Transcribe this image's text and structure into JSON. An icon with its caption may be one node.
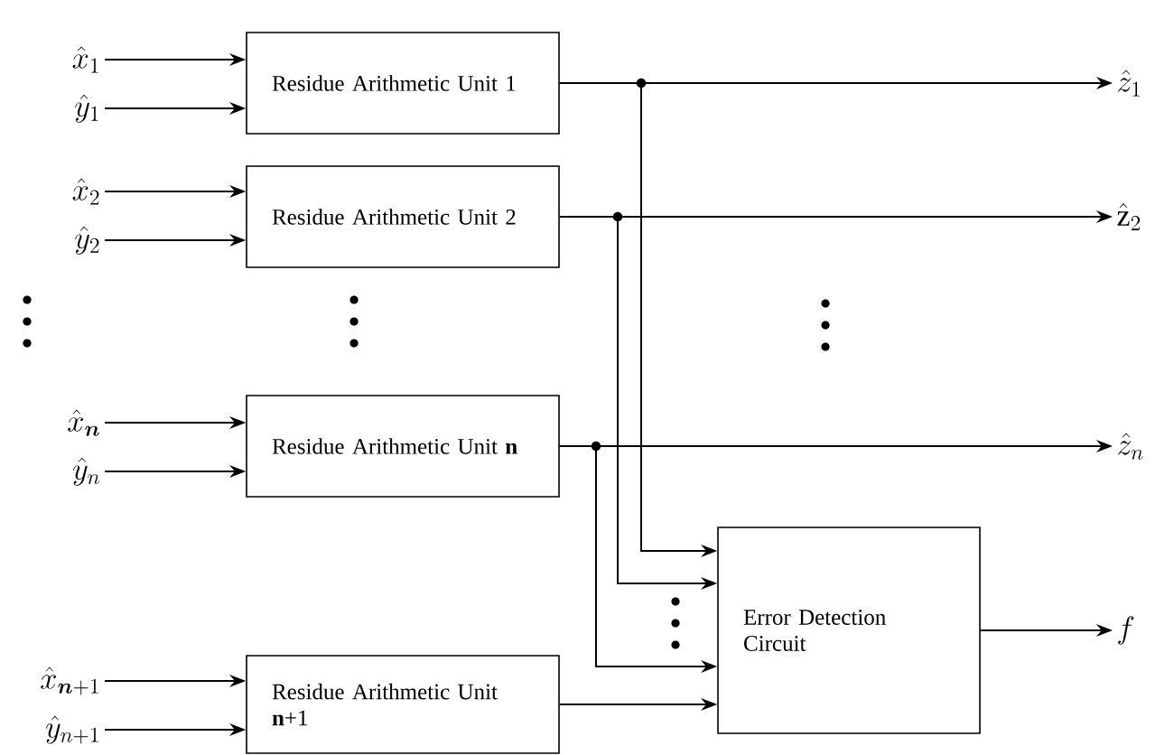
{
  "diagram": {
    "nodes": [
      {
        "text": [
          "\\hat{x}_{1}"
        ]
      },
      {
        "text": [
          "\\hat{y}_{1}"
        ]
      },
      {
        "text": [
          "Residue Arithmetic Unit 1"
        ]
      },
      {
        "text": [
          "\\hat{z}_{1}"
        ]
      },
      {
        "text": [
          "\\hat{x}_{2}"
        ]
      },
      {
        "text": [
          "\\hat{y}_{2}"
        ]
      },
      {
        "text": [
          "Residue Arithmetic Unit 2"
        ]
      },
      {
        "text": [
          "\\hat{\\mathrm{z}}_{2}"
        ]
      },
      {
        "text": [
          "\\hat{x}_{\\boldsymbol{n}}"
        ]
      },
      {
        "text": [
          "\\hat{y}_{n}"
        ]
      },
      {
        "text": [
          "Residue Arithmetic Unit **n**"
        ]
      },
      {
        "text": [
          "\\hat{z}_{n}"
        ]
      },
      {
        "text": [
          "Error Detection Circuit"
        ]
      },
      {
        "text": [
          "f"
        ]
      },
      {
        "text": [
          "\\hat{x}_{\\boldsymbol{n}+1}"
        ]
      },
      {
        "text": [
          "\\hat{y}_{n+1}"
        ]
      },
      {
        "text": [
          "Residue Arithmetic Unit **n**+1"
        ]
      }
    ],
    "edges": [
      {
        "from": 0,
        "to": 2,
        "arrow": "to"
      },
      {
        "from": 1,
        "to": 2,
        "arrow": "to"
      },
      {
        "from": 4,
        "to": 6,
        "arrow": "to"
      },
      {
        "from": 5,
        "to": 6,
        "arrow": "to"
      },
      {
        "from": 8,
        "to": 10,
        "arrow": "to"
      },
      {
        "from": 9,
        "to": 10,
        "arrow": "to"
      },
      {
        "from": 14,
        "to": 16,
        "arrow": "to"
      },
      {
        "from": 15,
        "to": 16,
        "arrow": "to"
      },
      {
        "from": 2,
        "to": 3,
        "arrow": "to"
      },
      {
        "from": 6,
        "to": 7,
        "arrow": "to"
      },
      {
        "from": 10,
        "to": 11,
        "arrow": "to"
      },
      {
        "from": 2,
        "to": 12,
        "arrow": "to"
      },
      {
        "from": 6,
        "to": 12,
        "arrow": "to"
      },
      {
        "from": 10,
        "to": 12,
        "arrow": "to"
      },
      {
        "from": 16,
        "to": 12,
        "arrow": "to"
      },
      {
        "from": 12,
        "to": 13,
        "arrow": "to"
      }
    ]
  }
}
